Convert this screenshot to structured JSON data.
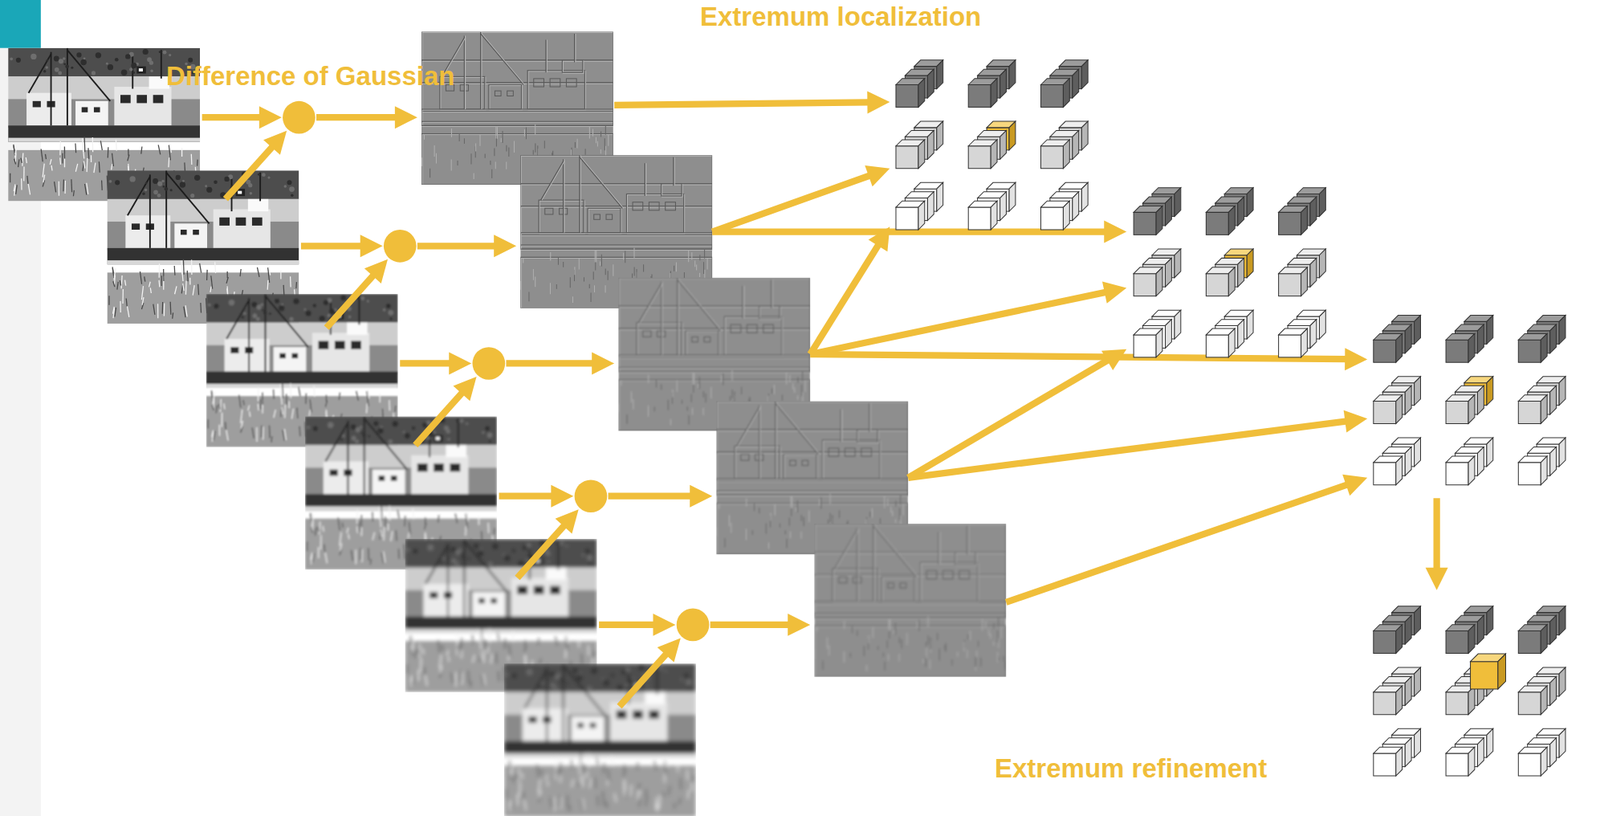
{
  "diagram": {
    "labels": [
      "Extremum localization",
      "Difference of Gaussian",
      "Extremum refinement"
    ]
  }
}
